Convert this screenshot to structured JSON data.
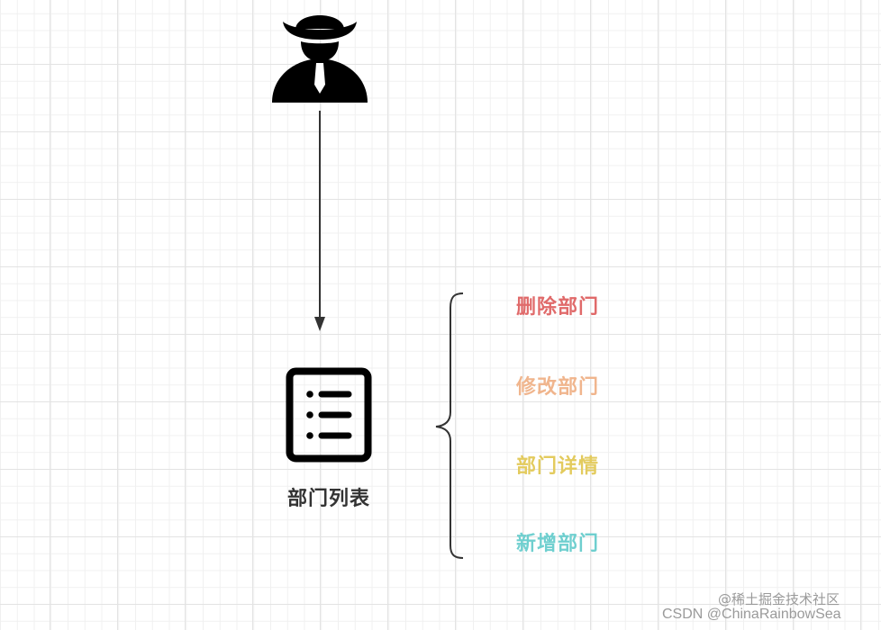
{
  "diagram": {
    "actor": {
      "icon": "user-with-hat-icon"
    },
    "arrow": {
      "from": "actor",
      "to": "department-list"
    },
    "central_node": {
      "icon": "list-icon",
      "label": "部门列表"
    },
    "actions": [
      {
        "label": "删除部门",
        "color": "#e06a6a"
      },
      {
        "label": "修改部门",
        "color": "#f0b58d"
      },
      {
        "label": "部门详情",
        "color": "#e3cb5e"
      },
      {
        "label": "新增部门",
        "color": "#6fcfcf"
      }
    ]
  },
  "watermark": {
    "line1": "@稀土掘金技术社区",
    "line2": "CSDN @ChinaRainbowSea"
  }
}
